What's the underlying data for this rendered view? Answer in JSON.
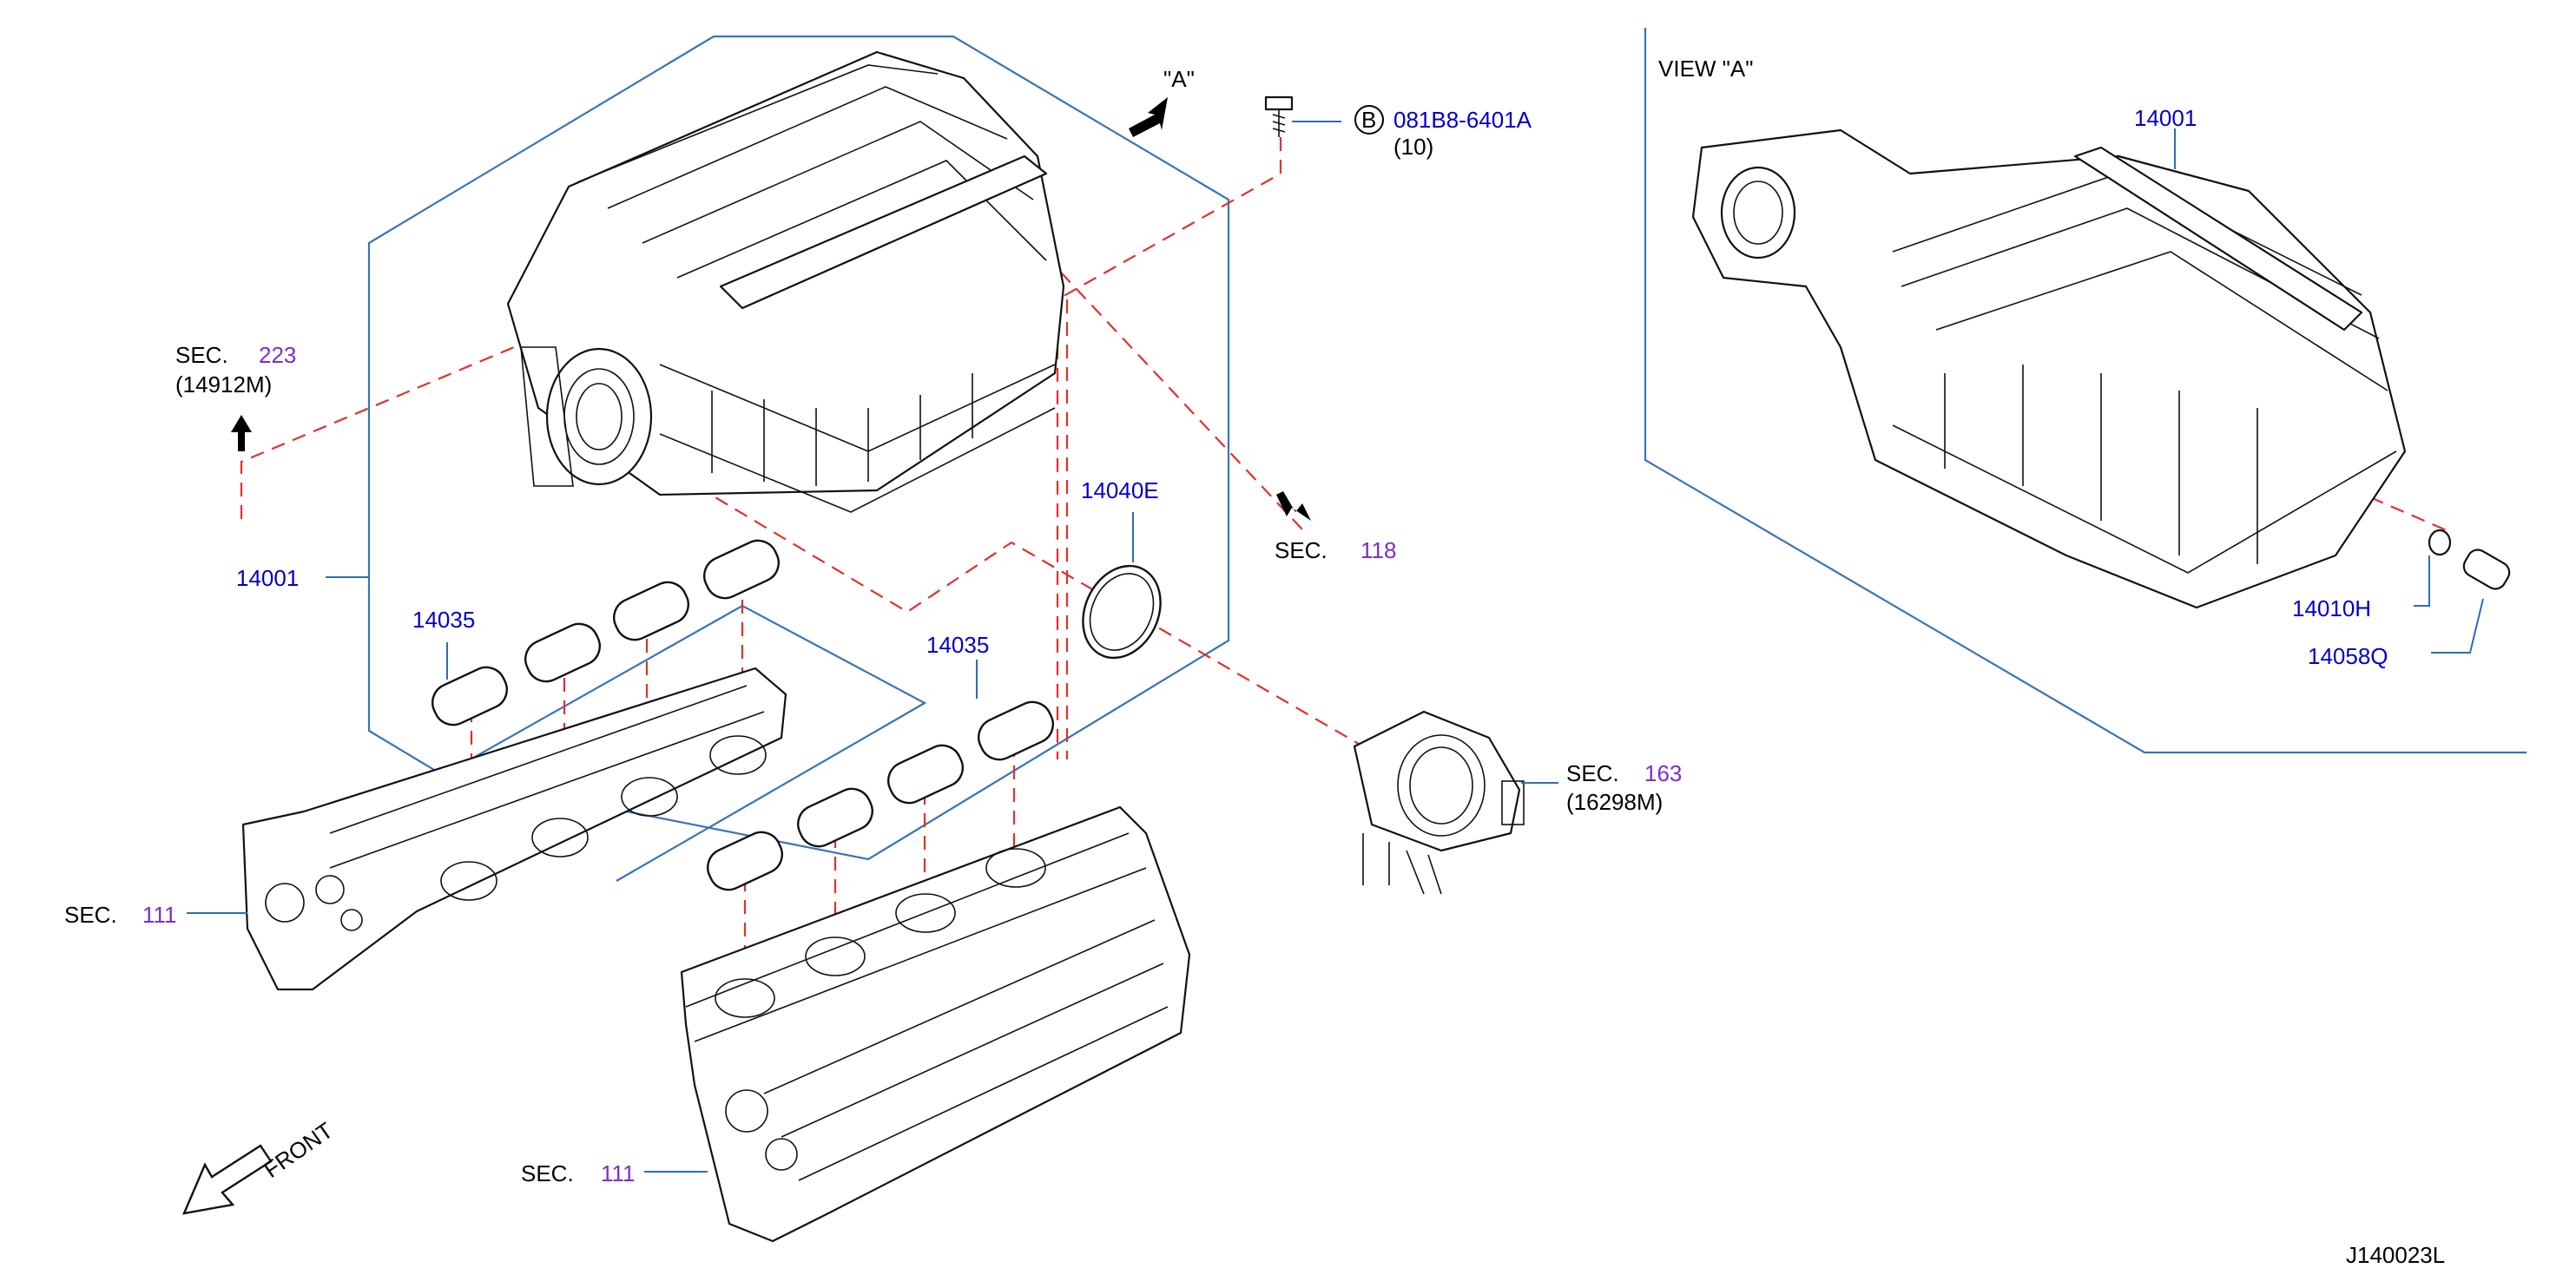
{
  "diagram": {
    "view_label": "VIEW \"A\"",
    "view_marker": "\"A\"",
    "bolt": {
      "circle_letter": "B",
      "part_number": "081B8-6401A",
      "quantity": "(10)"
    },
    "part_numbers": {
      "manifold_main": "14001",
      "manifold_view": "14001",
      "gasket_left": "14035",
      "gasket_right": "14035",
      "throttle_gasket": "14040E",
      "clamp": "14010H",
      "hose": "14058Q"
    },
    "section_refs": {
      "sec_223": {
        "prefix": "SEC.",
        "number": "223",
        "sub": "(14912M)"
      },
      "sec_118": {
        "prefix": "SEC.",
        "number": "118"
      },
      "sec_163": {
        "prefix": "SEC.",
        "number": "163",
        "sub": "(16298M)"
      },
      "sec_111_left": {
        "prefix": "SEC.",
        "number": "111"
      },
      "sec_111_bottom": {
        "prefix": "SEC.",
        "number": "111"
      }
    },
    "front_label": "FRONT",
    "diagram_id": "J140023L",
    "colors": {
      "part_number": "#0000c8",
      "section_number": "#7d2ec8",
      "leader": "#2f6bb6",
      "dashed": "#e0312a"
    }
  }
}
